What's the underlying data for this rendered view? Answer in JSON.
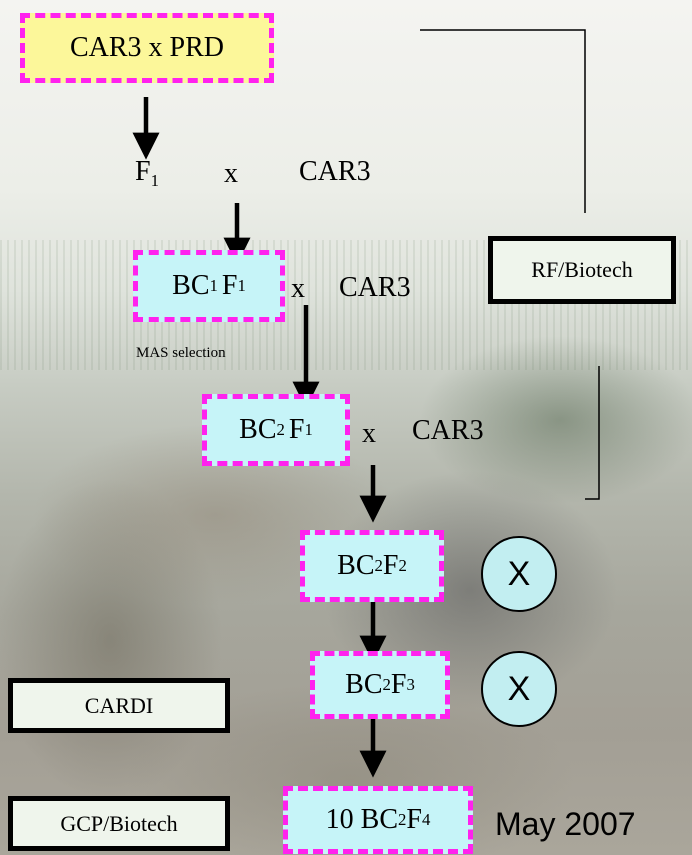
{
  "nodes": {
    "cross": "CAR3 x PRD",
    "f1": {
      "base": "F",
      "sub": "1"
    },
    "x_symbol": "x",
    "car3": "CAR3",
    "bc1f1": {
      "b": "BC",
      "s1": "1",
      "f": "F",
      "s2": "1"
    },
    "bc2f1": {
      "b": "BC",
      "s1": "2",
      "f": "F",
      "s2": "1"
    },
    "bc2f2": {
      "b": "BC",
      "s1": "2",
      "f": "F",
      "s2": "2"
    },
    "bc2f3": {
      "b": "BC",
      "s1": "2",
      "f": "F",
      "s2": "3"
    },
    "bc2f4": {
      "prefix": "10 ",
      "b": "BC",
      "s1": "2",
      "f": "F",
      "s2": "4"
    }
  },
  "annotations": {
    "mas_selection": "MAS selection",
    "self_symbol": "X",
    "date": "May 2007"
  },
  "institutions": {
    "rf_biotech": "RF/Biotech",
    "cardi": "CARDI",
    "gcp_biotech": "GCP/Biotech"
  },
  "colors": {
    "box_border_dashed": "#ff22ee",
    "box_fill_cyan": "#c6f4f8",
    "box_fill_yellow": "#fcf79a",
    "circle_fill": "#c2eef1"
  }
}
